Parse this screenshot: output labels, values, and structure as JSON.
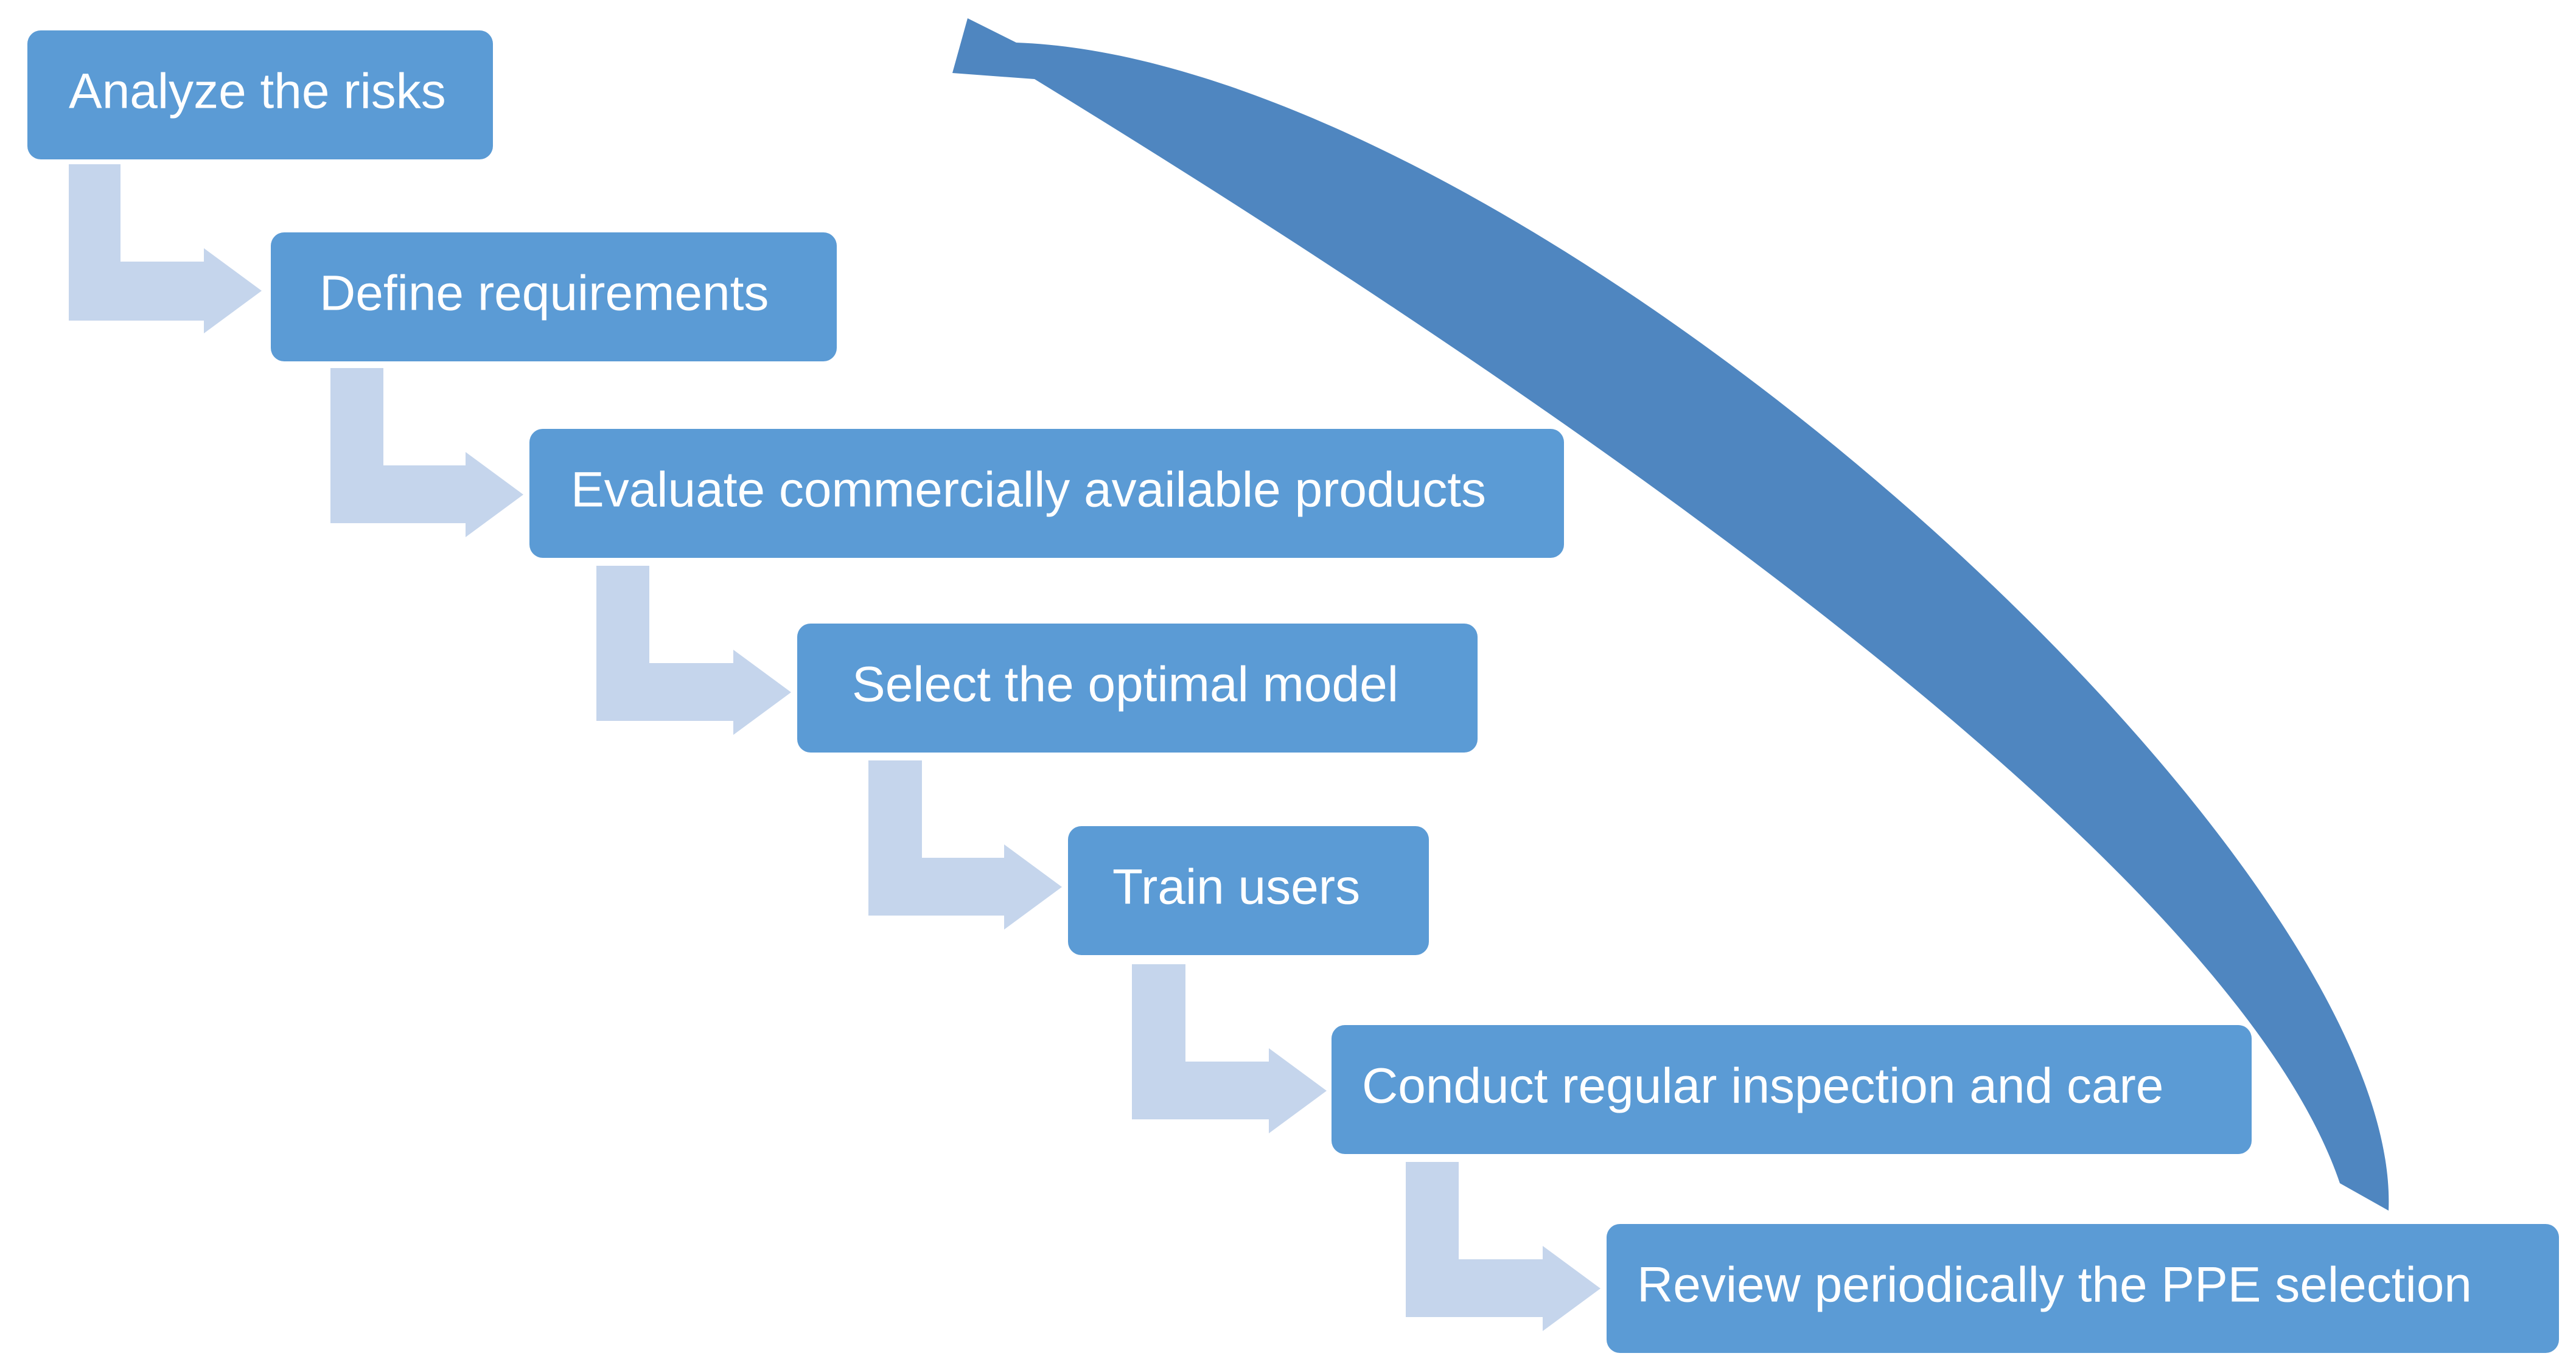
{
  "diagram": {
    "colors": {
      "box": "#5b9bd5",
      "box_text": "#ffffff",
      "connector": "#c5d5ec",
      "loop_arrow": "#4f86c0"
    },
    "steps": [
      {
        "label": "Analyze the risks"
      },
      {
        "label": "Define requirements"
      },
      {
        "label": "Evaluate commercially available products"
      },
      {
        "label": "Select the optimal model"
      },
      {
        "label": "Train users"
      },
      {
        "label": "Conduct regular inspection and care"
      },
      {
        "label": "Review periodically the PPE selection"
      }
    ]
  }
}
